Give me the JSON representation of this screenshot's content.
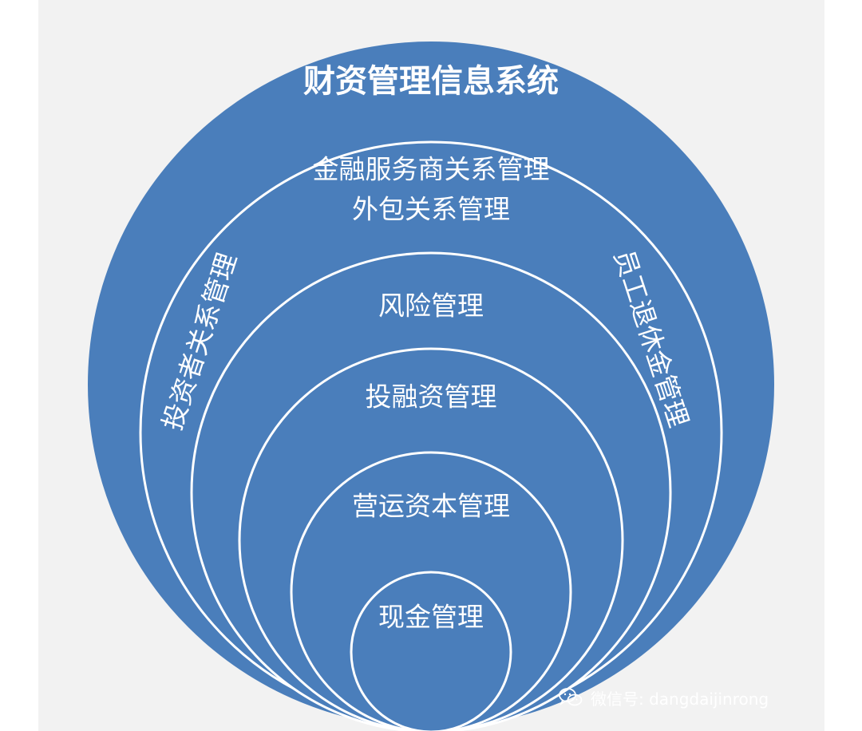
{
  "diagram": {
    "title": "财资管理信息系统",
    "layers": [
      {
        "lines": [
          "金融服务商关系管理",
          "外包关系管理"
        ]
      },
      {
        "lines": [
          "风险管理"
        ]
      },
      {
        "lines": [
          "投融资管理"
        ]
      },
      {
        "lines": [
          "营运资本管理"
        ]
      },
      {
        "lines": [
          "现金管理"
        ]
      }
    ],
    "side_labels": {
      "left": "投资者关系管理",
      "right": "员工退休金管理"
    }
  },
  "watermark": {
    "icon": "wechat-icon",
    "text": "微信号: dangdaijinrong"
  },
  "colors": {
    "circle_fill": "#4a7ebb",
    "ring_stroke": "#ffffff",
    "background": "#f2f2f2"
  }
}
